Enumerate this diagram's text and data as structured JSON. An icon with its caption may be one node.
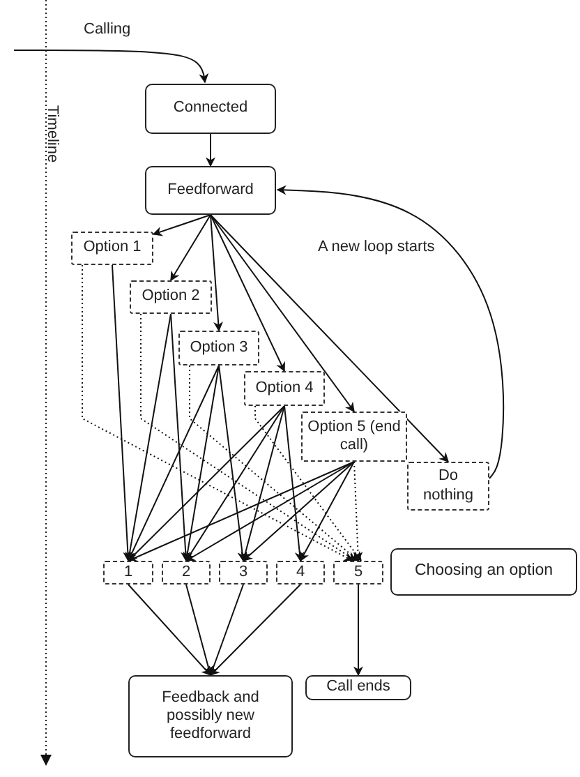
{
  "diagram": {
    "nodes": [
      {
        "text": [
          "Connected"
        ]
      },
      {
        "text": [
          "Feedforward"
        ]
      },
      {
        "text": [
          "Option 1"
        ]
      },
      {
        "text": [
          "Option 2"
        ]
      },
      {
        "text": [
          "Option 3"
        ]
      },
      {
        "text": [
          "Option 4"
        ]
      },
      {
        "text": [
          "Option 5 (end call)"
        ]
      },
      {
        "text": [
          "Do nothing"
        ]
      },
      {
        "text": [
          "1"
        ]
      },
      {
        "text": [
          "2"
        ]
      },
      {
        "text": [
          "3"
        ]
      },
      {
        "text": [
          "4"
        ]
      },
      {
        "text": [
          "5"
        ]
      },
      {
        "text": [
          "Choosing an option"
        ]
      },
      {
        "text": [
          "Feedback and possibly new feedforward"
        ]
      },
      {
        "text": [
          "Call ends"
        ]
      }
    ],
    "edges": [
      {
        "from": null,
        "to": 0,
        "arrow": "to",
        "label": "Calling"
      },
      {
        "from": 0,
        "to": 1,
        "arrow": "to"
      },
      {
        "from": 1,
        "to": 2,
        "arrow": "to"
      },
      {
        "from": 1,
        "to": 3,
        "arrow": "to"
      },
      {
        "from": 1,
        "to": 4,
        "arrow": "to"
      },
      {
        "from": 1,
        "to": 5,
        "arrow": "to"
      },
      {
        "from": 1,
        "to": 6,
        "arrow": "to"
      },
      {
        "from": 1,
        "to": 7,
        "arrow": "to"
      },
      {
        "from": 7,
        "to": 1,
        "arrow": "to",
        "label": "A new loop starts"
      },
      {
        "from": 2,
        "to": 8,
        "arrow": "to"
      },
      {
        "from": 2,
        "to": 12,
        "arrow": "to",
        "style": "dashed"
      },
      {
        "from": 3,
        "to": 8,
        "arrow": "to"
      },
      {
        "from": 3,
        "to": 9,
        "arrow": "to"
      },
      {
        "from": 3,
        "to": 12,
        "arrow": "to",
        "style": "dashed"
      },
      {
        "from": 4,
        "to": 8,
        "arrow": "to"
      },
      {
        "from": 4,
        "to": 9,
        "arrow": "to"
      },
      {
        "from": 4,
        "to": 10,
        "arrow": "to"
      },
      {
        "from": 4,
        "to": 12,
        "arrow": "to",
        "style": "dashed"
      },
      {
        "from": 5,
        "to": 8,
        "arrow": "to"
      },
      {
        "from": 5,
        "to": 9,
        "arrow": "to"
      },
      {
        "from": 5,
        "to": 10,
        "arrow": "to"
      },
      {
        "from": 5,
        "to": 11,
        "arrow": "to"
      },
      {
        "from": 5,
        "to": 12,
        "arrow": "to",
        "style": "dashed"
      },
      {
        "from": 6,
        "to": 8,
        "arrow": "to"
      },
      {
        "from": 6,
        "to": 9,
        "arrow": "to"
      },
      {
        "from": 6,
        "to": 10,
        "arrow": "to"
      },
      {
        "from": 6,
        "to": 11,
        "arrow": "to"
      },
      {
        "from": 6,
        "to": 12,
        "arrow": "to",
        "style": "dashed"
      },
      {
        "from": 8,
        "to": 14,
        "arrow": "to"
      },
      {
        "from": 9,
        "to": 14,
        "arrow": "to"
      },
      {
        "from": 10,
        "to": 14,
        "arrow": "to"
      },
      {
        "from": 11,
        "to": 14,
        "arrow": "to"
      },
      {
        "from": 12,
        "to": 15,
        "arrow": "to"
      }
    ],
    "labels": [
      "Timeline"
    ]
  }
}
